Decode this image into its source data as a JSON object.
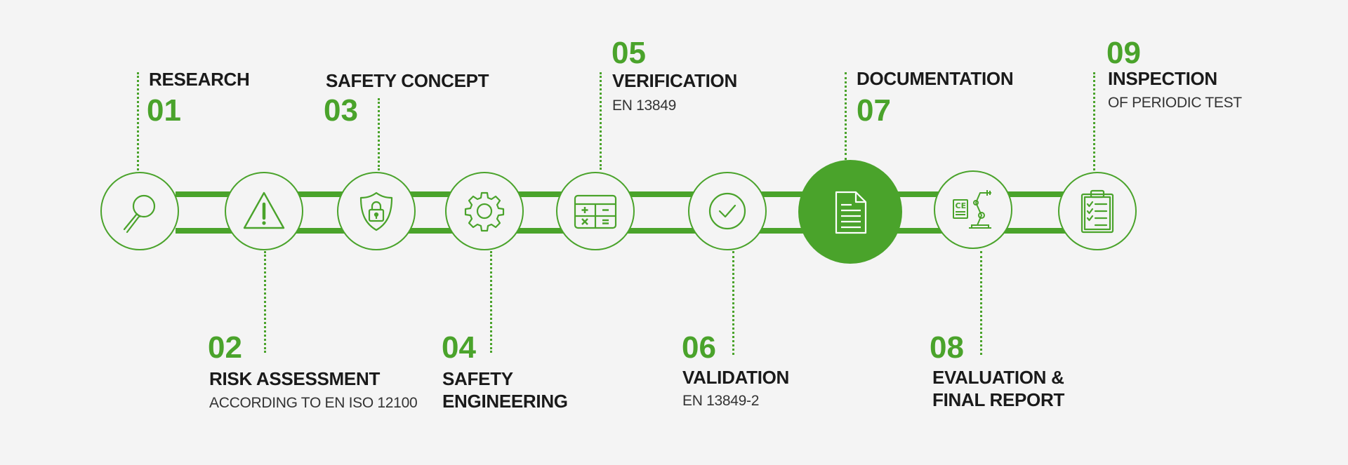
{
  "steps": [
    {
      "number": "01",
      "title": "RESEARCH",
      "subtitle": "",
      "icon": "magnifier-icon"
    },
    {
      "number": "02",
      "title": "RISK ASSESSMENT",
      "subtitle": "ACCORDING TO EN ISO 12100",
      "icon": "warning-icon"
    },
    {
      "number": "03",
      "title": "SAFETY CONCEPT",
      "subtitle": "",
      "icon": "shield-lock-icon"
    },
    {
      "number": "04",
      "title": "SAFETY",
      "title2": "ENGINEERING",
      "subtitle": "",
      "icon": "gear-icon"
    },
    {
      "number": "05",
      "title": "VERIFICATION",
      "subtitle": "EN 13849",
      "icon": "calculator-icon"
    },
    {
      "number": "06",
      "title": "VALIDATION",
      "subtitle": "EN 13849-2",
      "icon": "checkmark-circle-icon"
    },
    {
      "number": "07",
      "title": "DOCUMENTATION",
      "subtitle": "",
      "icon": "document-icon"
    },
    {
      "number": "08",
      "title": "EVALUATION &",
      "title2": "FINAL REPORT",
      "subtitle": "",
      "icon": "robot-arm-ce-icon"
    },
    {
      "number": "09",
      "title": "INSPECTION",
      "subtitle": "OF PERIODIC TEST",
      "icon": "clipboard-checklist-icon"
    }
  ],
  "colors": {
    "accent": "#4aa32b",
    "text": "#1a1a1a",
    "background": "#f4f4f4"
  }
}
